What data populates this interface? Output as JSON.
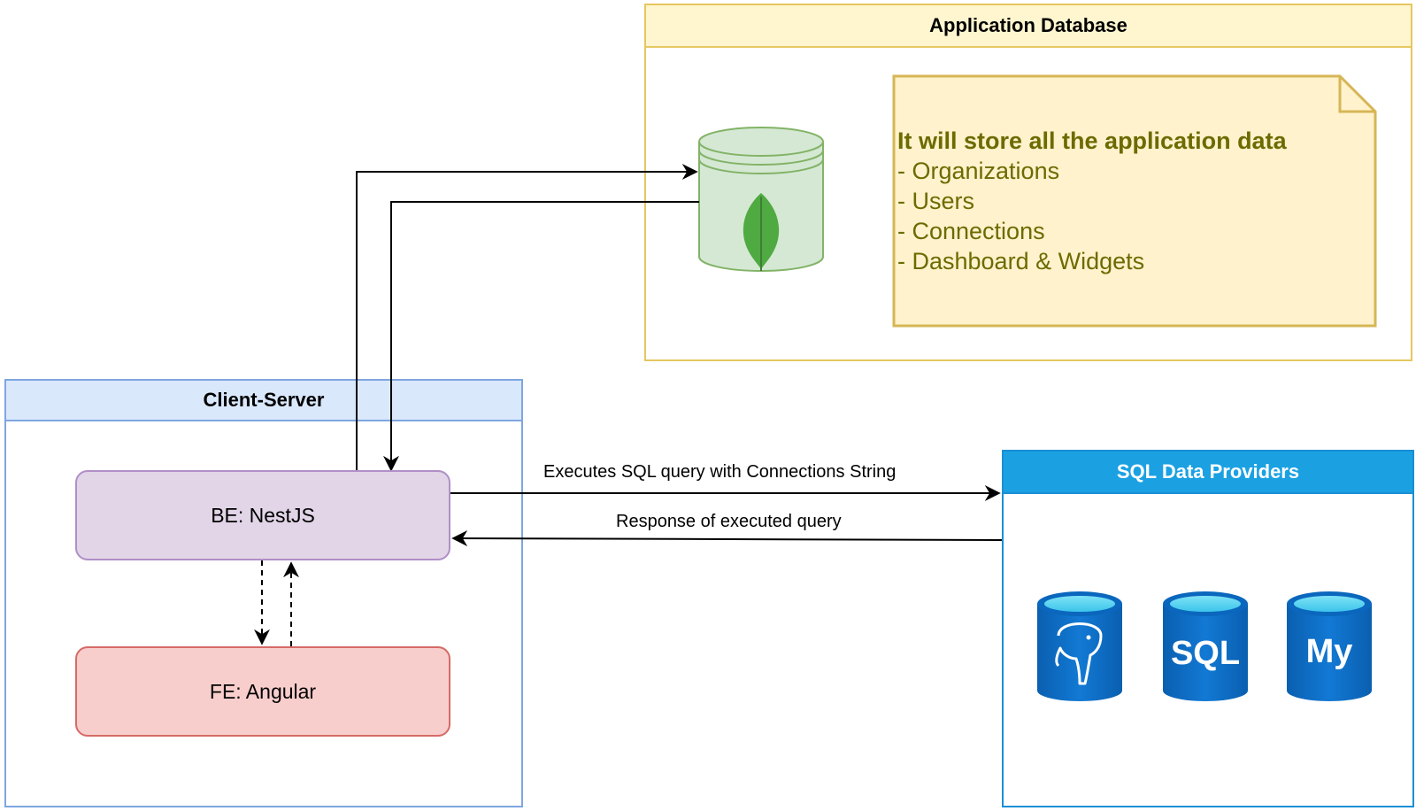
{
  "application_database": {
    "title": "Application Database",
    "note": {
      "title": "It will store all the application data",
      "items": [
        "- Organizations",
        "- Users",
        "- Connections",
        "- Dashboard & Widgets"
      ]
    },
    "database_icon": "mongodb-icon"
  },
  "client_server": {
    "title": "Client-Server",
    "backend_label": "BE: NestJS",
    "frontend_label": "FE: Angular"
  },
  "sql_data_providers": {
    "title": "SQL Data Providers",
    "icons": [
      "postgresql-icon",
      "sql-server-icon",
      "mysql-icon"
    ],
    "sql_icon_text": "SQL",
    "mysql_icon_text": "My"
  },
  "edges": {
    "execute_label": "Executes SQL query with Connections String",
    "response_label": "Response of executed query"
  },
  "colors": {
    "app_db_border": "#e5c760",
    "app_db_header": "#fff6cf",
    "note_fill": "#fff2cc",
    "note_border": "#d6b656",
    "client_border": "#7ea6e0",
    "client_header": "#dae8fc",
    "backend_fill": "#e1d5e7",
    "frontend_fill": "#f8cecc",
    "sql_header": "#1ba1e2",
    "db_blue": "#0d72c7"
  }
}
